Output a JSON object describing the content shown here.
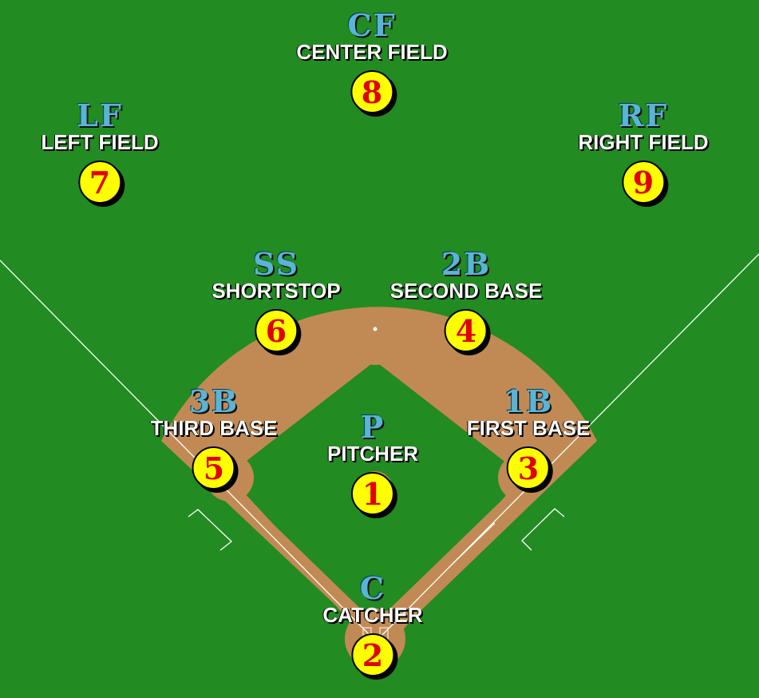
{
  "positions": {
    "cf": {
      "abbr": "CF",
      "name": "CENTER FIELD",
      "number": "8"
    },
    "lf": {
      "abbr": "LF",
      "name": "LEFT FIELD",
      "number": "7"
    },
    "rf": {
      "abbr": "RF",
      "name": "RIGHT FIELD",
      "number": "9"
    },
    "ss": {
      "abbr": "SS",
      "name": "SHORTSTOP",
      "number": "6"
    },
    "second": {
      "abbr": "2B",
      "name": "SECOND BASE",
      "number": "4"
    },
    "third": {
      "abbr": "3B",
      "name": "THIRD BASE",
      "number": "5"
    },
    "first": {
      "abbr": "1B",
      "name": "FIRST BASE",
      "number": "3"
    },
    "pitcher": {
      "abbr": "P",
      "name": "PITCHER",
      "number": "1"
    },
    "catcher": {
      "abbr": "C",
      "name": "CATCHER",
      "number": "2"
    }
  },
  "colors": {
    "grass": "#228b22",
    "dirt": "#c18a55",
    "chalk": "#ffffff",
    "abbr_text": "#5ab4d6",
    "name_text": "#ffffff",
    "marker_fill": "#ffff00",
    "marker_text": "#e00000"
  }
}
